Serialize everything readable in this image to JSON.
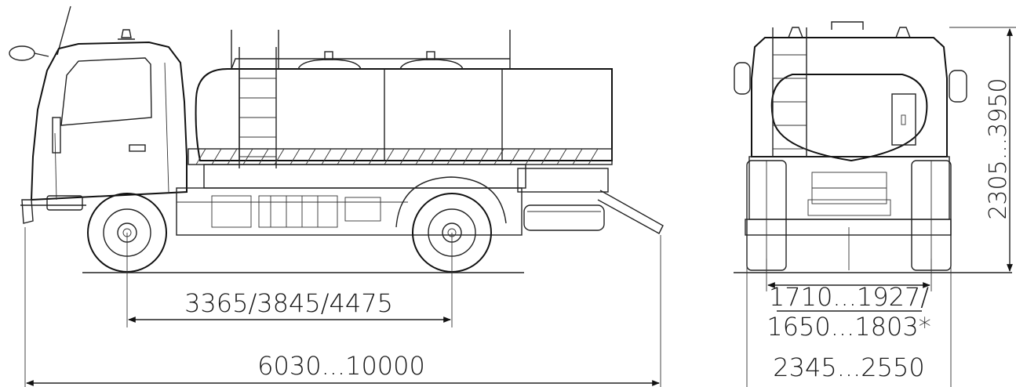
{
  "dimensions": {
    "wheelbase": "3365/3845/4475",
    "overall_length": "6030...10000",
    "height": "2305...3950",
    "track_line1": "1710...1927/",
    "track_line2": "1650...1803*",
    "overall_width": "2345...2550"
  }
}
